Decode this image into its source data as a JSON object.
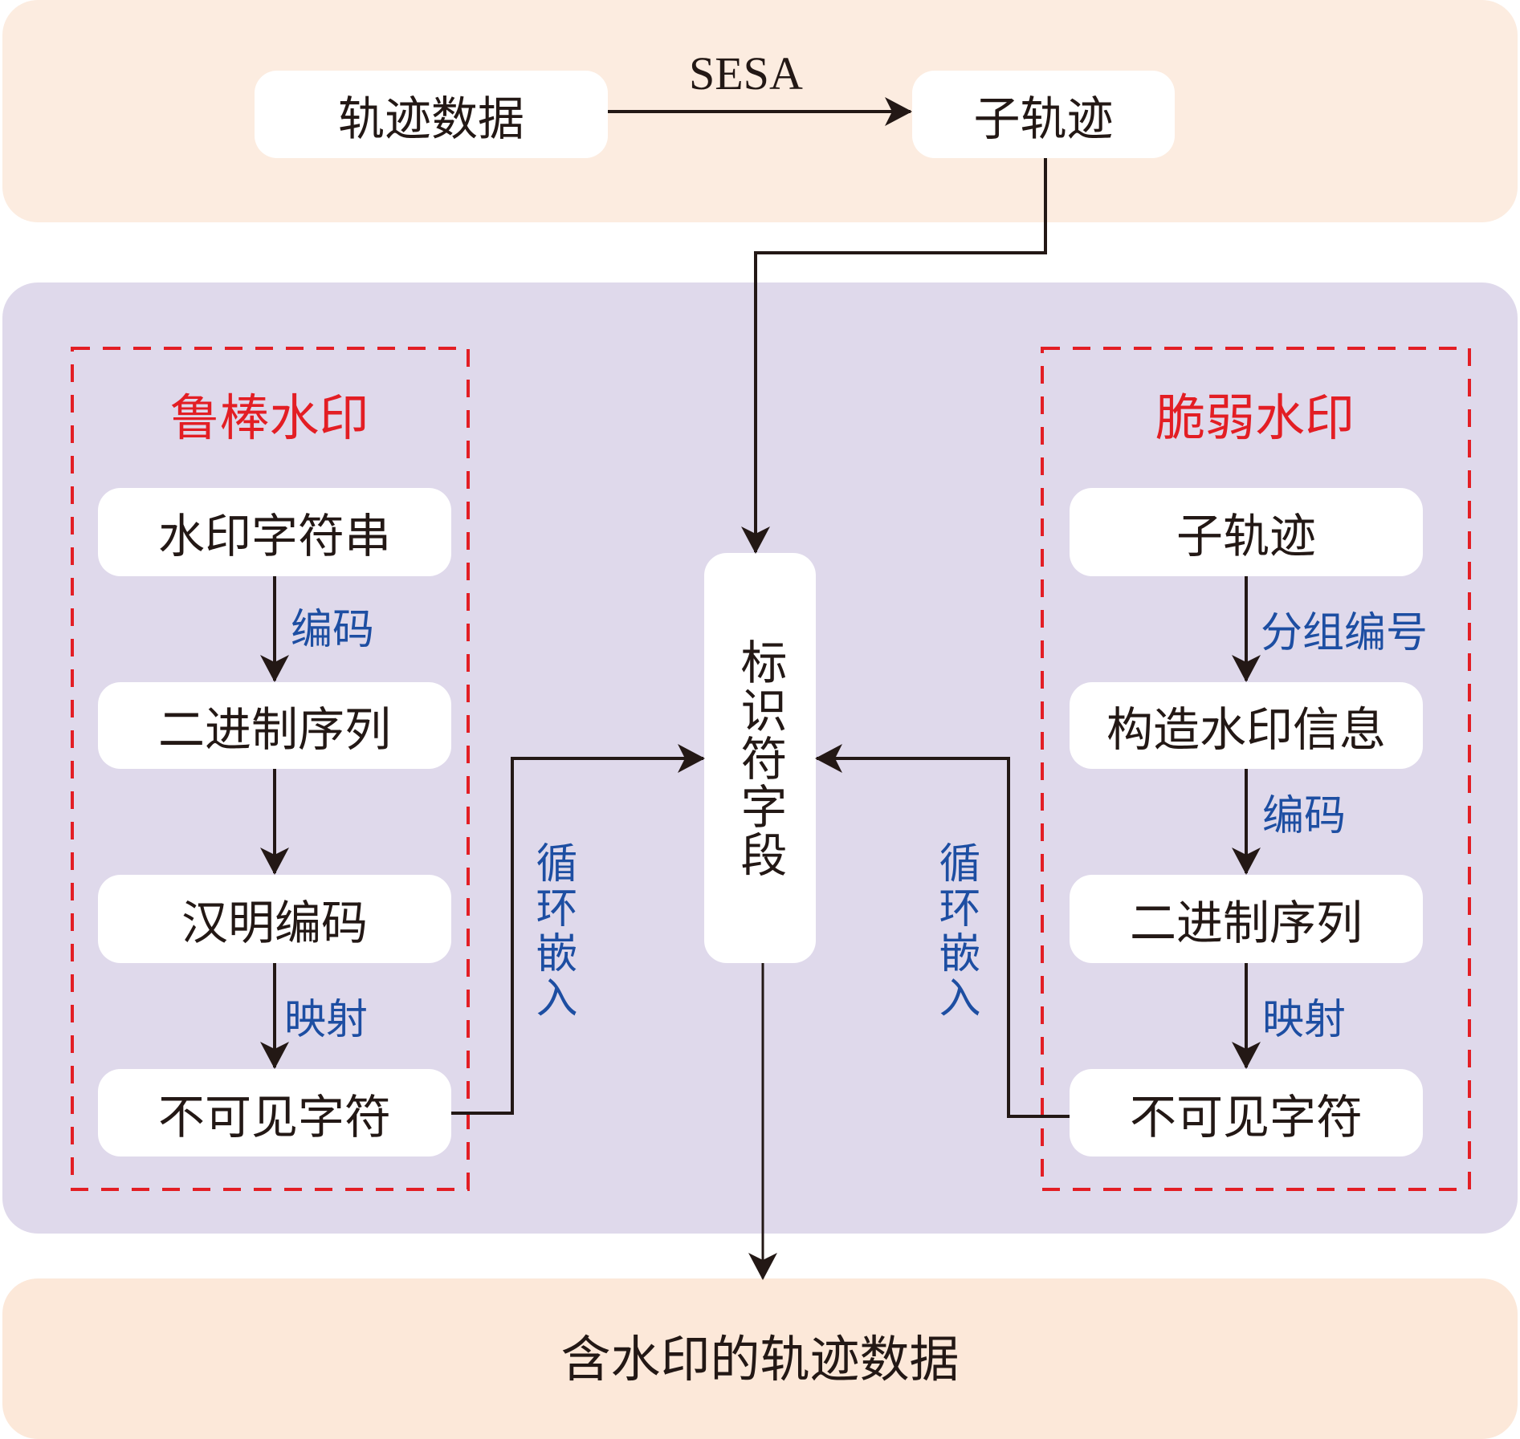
{
  "colors": {
    "top_panel": "#fcece0",
    "middle_panel": "#dfd9eb",
    "bottom_panel": "#fce8d9",
    "node_fill": "#ffffff",
    "text": "#231815",
    "group_title": "#e31e24",
    "edge_label": "#1d4ea2",
    "dashed_border": "#e31e24",
    "arrow": "#231815"
  },
  "top": {
    "source_node": "轨迹数据",
    "edge_label": "SESA",
    "target_node": "子轨迹"
  },
  "center": {
    "node": "标识符字段"
  },
  "robust": {
    "title": "鲁棒水印",
    "nodes": [
      "水印字符串",
      "二进制序列",
      "汉明编码",
      "不可见字符"
    ],
    "edge_labels": [
      "编码",
      "",
      "映射"
    ],
    "embed_label": "循环嵌入"
  },
  "fragile": {
    "title": "脆弱水印",
    "nodes": [
      "子轨迹",
      "构造水印信息",
      "二进制序列",
      "不可见字符"
    ],
    "edge_labels": [
      "分组编号",
      "编码",
      "映射"
    ],
    "embed_label": "循环嵌入"
  },
  "bottom": {
    "output_node": "含水印的轨迹数据"
  }
}
